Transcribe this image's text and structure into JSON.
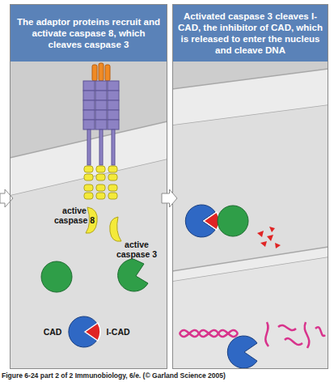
{
  "diagram": {
    "caption": "Figure 6-24 part 2 of 2 Immunobiology, 6/e. (© Garland Science 2005)",
    "nodes": [
      {
        "text": [
          "The adaptor proteins recruit and activate caspase 8, which cleaves caspase 3"
        ]
      },
      {
        "text": [
          "Activated caspase 3 cleaves I-CAD, the inhibitor of CAD, which is released to enter the nucleus and cleave DNA"
        ]
      }
    ],
    "edges": [
      {
        "from": 0,
        "to": 1,
        "arrow": "to"
      }
    ],
    "labels": [
      "active caspase 8",
      "active caspase 3",
      "CAD",
      "I-CAD"
    ]
  }
}
